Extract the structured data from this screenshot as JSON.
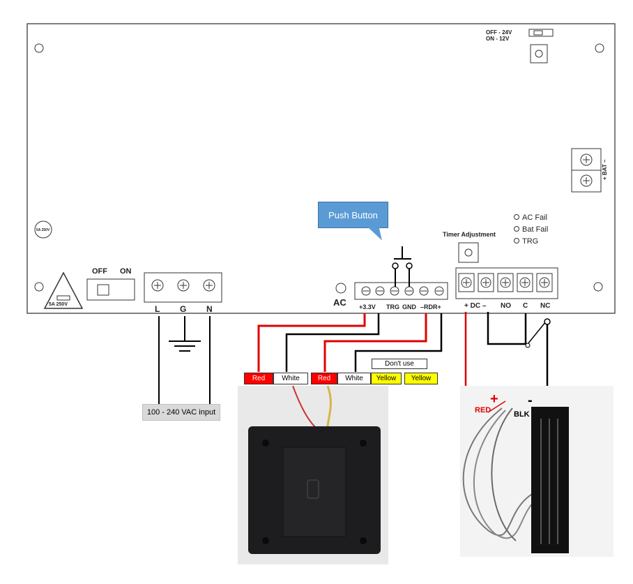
{
  "board": {
    "dip_switch_text": [
      "OFF - 24V",
      "ON  - 12V"
    ],
    "fuse_small_label": "5A 250V",
    "fuse_triangle_label": "5A  250V",
    "power_switch": {
      "off": "OFF",
      "on": "ON"
    },
    "ac_terminals": [
      "L",
      "G",
      "N"
    ],
    "ac_label": "AC",
    "reader_terminal_labels": [
      "+3.3V",
      "TRG",
      "GND",
      "–RDR+"
    ],
    "timer_label": "Timer Adjustment",
    "leds": [
      "AC Fail",
      "Bat Fail",
      "TRG"
    ],
    "output_terminal_labels": [
      "+ DC –",
      "NO",
      "C",
      "NC"
    ],
    "battery_label": "+ BAT –"
  },
  "callout": {
    "text": "Push Button"
  },
  "wire_tags": [
    {
      "text": "Red",
      "bg": "#ff0000",
      "fg": "#ffffff"
    },
    {
      "text": "White",
      "bg": "#ffffff",
      "fg": "#000000"
    },
    {
      "text": "Red",
      "bg": "#ff0000",
      "fg": "#ffffff"
    },
    {
      "text": "White",
      "bg": "#ffffff",
      "fg": "#000000"
    },
    {
      "text": "Yellow",
      "bg": "#ffff00",
      "fg": "#000000"
    },
    {
      "text": "Yellow",
      "bg": "#ffff00",
      "fg": "#000000"
    }
  ],
  "dont_use": "Don't use",
  "ac_input": "100 - 240 VAC input",
  "lock": {
    "plus": "+",
    "minus": "-",
    "red": "RED",
    "blk": "BLK"
  },
  "colors": {
    "red": "#e00000",
    "black": "#000000",
    "board_edge": "#555555",
    "yellow": "#ffff00"
  }
}
